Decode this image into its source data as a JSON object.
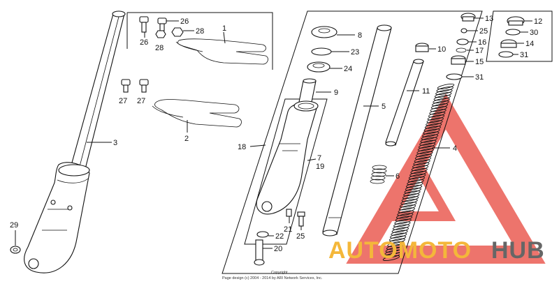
{
  "diagram": {
    "callouts": [
      {
        "id": "c3",
        "text": "3"
      },
      {
        "id": "c29",
        "text": "29"
      },
      {
        "id": "c26a",
        "text": "26"
      },
      {
        "id": "c26b",
        "text": "26"
      },
      {
        "id": "c28a",
        "text": "28"
      },
      {
        "id": "c28b",
        "text": "28"
      },
      {
        "id": "c1",
        "text": "1"
      },
      {
        "id": "c27a",
        "text": "27"
      },
      {
        "id": "c27b",
        "text": "27"
      },
      {
        "id": "c2",
        "text": "2"
      },
      {
        "id": "c18",
        "text": "18"
      },
      {
        "id": "c8",
        "text": "8"
      },
      {
        "id": "c23",
        "text": "23"
      },
      {
        "id": "c24",
        "text": "24"
      },
      {
        "id": "c9",
        "text": "9"
      },
      {
        "id": "c7",
        "text": "7"
      },
      {
        "id": "c19",
        "text": "19"
      },
      {
        "id": "c21",
        "text": "21"
      },
      {
        "id": "c22",
        "text": "22"
      },
      {
        "id": "c25a",
        "text": "25"
      },
      {
        "id": "c20",
        "text": "20"
      },
      {
        "id": "c5",
        "text": "5"
      },
      {
        "id": "c10",
        "text": "10"
      },
      {
        "id": "c11",
        "text": "11"
      },
      {
        "id": "c6",
        "text": "6"
      },
      {
        "id": "c4",
        "text": "4"
      },
      {
        "id": "c13",
        "text": "13"
      },
      {
        "id": "c25b",
        "text": "25"
      },
      {
        "id": "c16",
        "text": "16"
      },
      {
        "id": "c17",
        "text": "17"
      },
      {
        "id": "c15",
        "text": "15"
      },
      {
        "id": "c31a",
        "text": "31"
      },
      {
        "id": "c12",
        "text": "12"
      },
      {
        "id": "c30",
        "text": "30"
      },
      {
        "id": "c14",
        "text": "14"
      },
      {
        "id": "c31b",
        "text": "31"
      }
    ],
    "copyright_title": "Copyright",
    "copyright_line": "Page design (c) 2004 - 2014 by ARI Network Services, Inc."
  },
  "watermark": {
    "brand_part1": "AUTOMOTO",
    "brand_part2": "HUB",
    "color_red": "#e8463c",
    "color_orange": "#f4b73a",
    "color_gray": "#666666"
  }
}
